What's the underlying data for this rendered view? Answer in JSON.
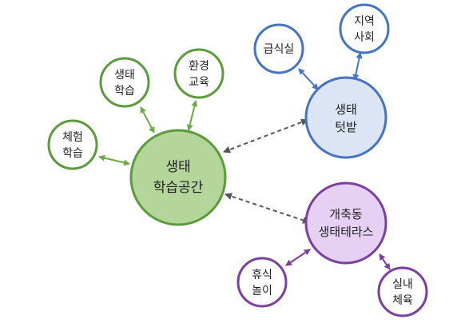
{
  "colors": {
    "green_stroke": "#5a9b3c",
    "green_fill": "#b5d69b",
    "green_arrow": "#6aab45",
    "blue_stroke": "#4672c4",
    "blue_fill": "#dbe5f5",
    "blue_arrow": "#4472c4",
    "purple_stroke": "#7a3fa0",
    "purple_fill": "#e6d0f3",
    "purple_arrow": "#7a3fa0",
    "dash_arrow": "#555555",
    "small_fill": "#ffffff"
  },
  "nodes": {
    "hub": {
      "line1": "생태",
      "line2": "학습공간"
    },
    "ecology_learning": {
      "line1": "생태",
      "line2": "학습"
    },
    "env_education": {
      "line1": "환경",
      "line2": "교육"
    },
    "experience_learning": {
      "line1": "체험",
      "line2": "학습"
    },
    "eco_garden": {
      "line1": "생태",
      "line2": "텃밭"
    },
    "cafeteria": {
      "line1": "급식실"
    },
    "community": {
      "line1": "지역",
      "line2": "사회"
    },
    "terrace": {
      "line1": "개축동",
      "line2": "생태테라스"
    },
    "rest_play": {
      "line1": "휴식",
      "line2": "놀이"
    },
    "indoor_pe": {
      "line1": "실내",
      "line2": "체육"
    }
  }
}
